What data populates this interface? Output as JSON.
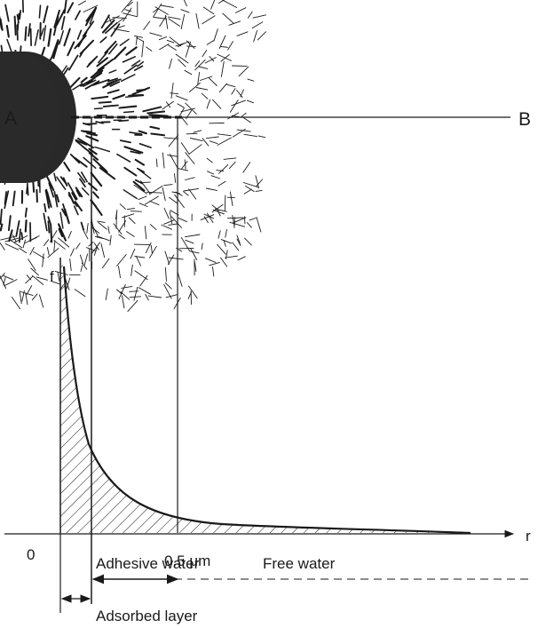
{
  "labels": {
    "point_a": "A",
    "point_b": "B",
    "y_axis": "f",
    "x_axis": "r",
    "origin": "0",
    "distance_mark": "0.5 μm",
    "adhesive_water": "Adhesive water",
    "free_water": "Free water",
    "adsorbed_layer": "Adsorbed layer"
  },
  "colors": {
    "ink": "#1a1a1a",
    "particle": "#2a2a2a",
    "background": "#ffffff"
  }
}
